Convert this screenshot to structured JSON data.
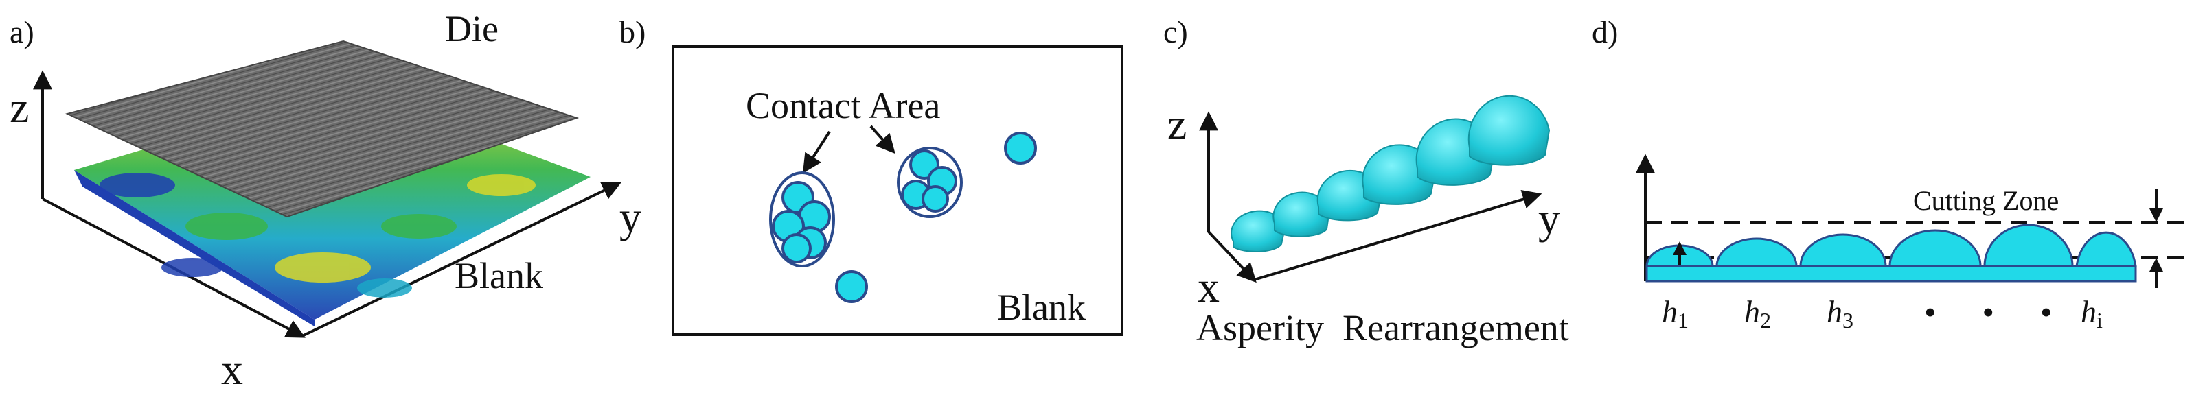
{
  "panels": {
    "a": {
      "label": "a)",
      "top_surface_label": "Die",
      "bottom_surface_label": "Blank",
      "axis_z": "z",
      "axis_x": "x",
      "axis_y": "y"
    },
    "b": {
      "label": "b)",
      "annotation": "Contact Area",
      "region_label": "Blank"
    },
    "c": {
      "label": "c)",
      "axis_z": "z",
      "axis_x": "x",
      "axis_y": "y",
      "caption": "Asperity  Rearrangement"
    },
    "d": {
      "label": "d)",
      "zone_label": "Cutting Zone",
      "height_symbol": "h",
      "height_subscripts": [
        "1",
        "2",
        "3",
        "i"
      ],
      "ellipsis": "•  •  •"
    }
  },
  "colors": {
    "asperity_fill": "#21d9e8",
    "asperity_stroke": "#2b4a8c",
    "die_surface": "#6f6f6f",
    "blank_surface": [
      "#1f3fb0",
      "#1aa7c7",
      "#39b54a",
      "#d8d82a"
    ]
  }
}
